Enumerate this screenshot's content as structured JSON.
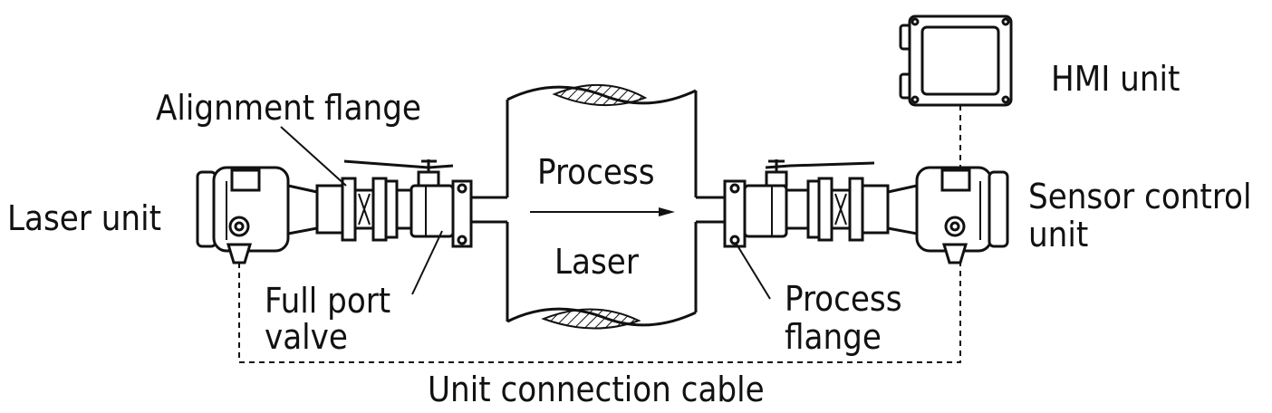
{
  "labels": {
    "alignment_flange": "Alignment flange",
    "laser_unit": "Laser unit",
    "full_port_valve_1": "Full port",
    "full_port_valve_2": "valve",
    "process_top": "Process",
    "laser_mid": "Laser",
    "process_flange_1": "Process",
    "process_flange_2": "flange",
    "hmi_unit": "HMI unit",
    "sensor_control_1": "Sensor control",
    "sensor_control_2": "unit",
    "cable": "Unit connection cable"
  }
}
